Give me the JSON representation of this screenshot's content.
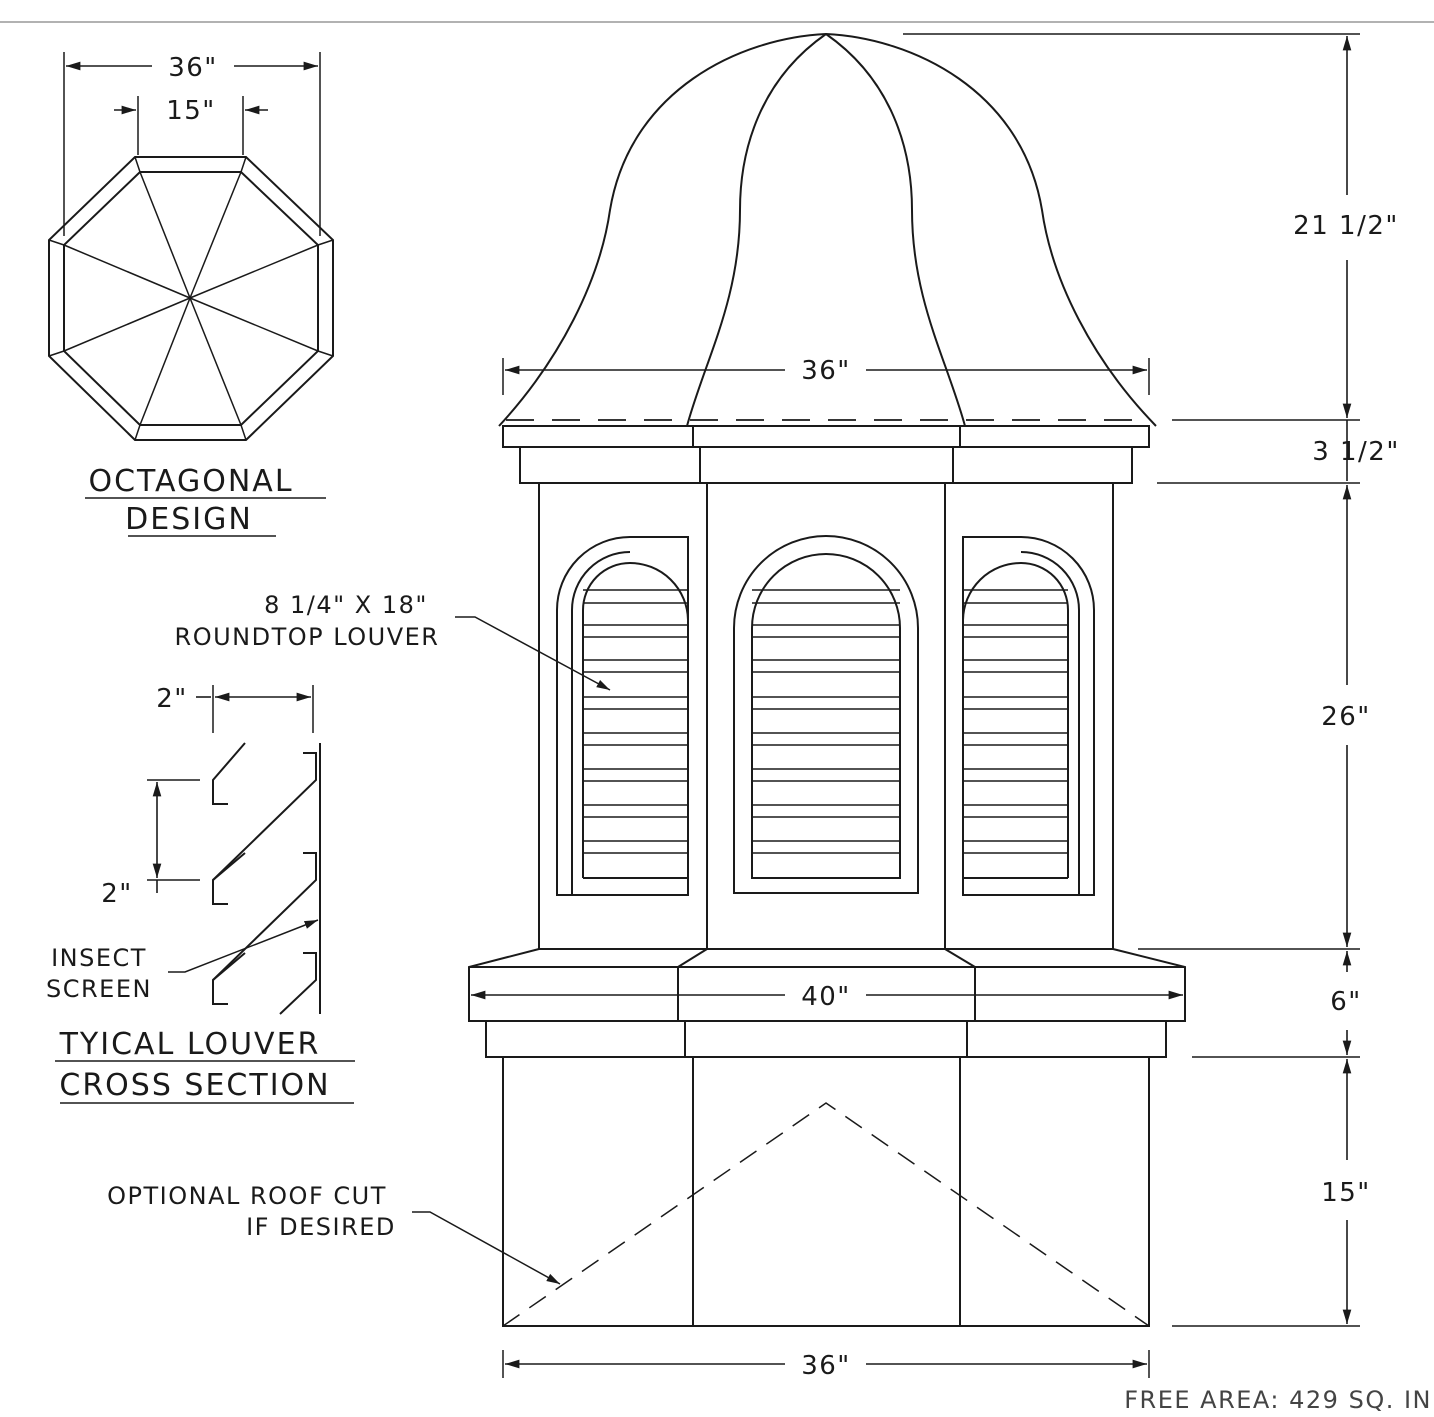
{
  "octagon": {
    "dim_outer": "36\"",
    "dim_inner": "15\"",
    "title_line1": "OCTAGONAL",
    "title_line2": "DESIGN"
  },
  "louver_note": {
    "line1": "8 1/4\" X 18\"",
    "line2": "ROUNDTOP LOUVER"
  },
  "cross_section": {
    "dim_top": "2\"",
    "dim_side": "2\"",
    "insect_line1": "INSECT",
    "insect_line2": "SCREEN",
    "title_line1": "TYICAL LOUVER",
    "title_line2": "CROSS SECTION"
  },
  "roof_cut": {
    "line1": "OPTIONAL ROOF CUT",
    "line2": "IF DESIRED"
  },
  "dimensions": {
    "roof_width": "36\"",
    "base_trim_width": "40\"",
    "base_width": "36\"",
    "roof_height": "21 1/2\"",
    "cap_height": "3 1/2\"",
    "louver_section_height": "26\"",
    "trim_height": "6\"",
    "base_height": "15\""
  },
  "footer": {
    "free_area": "FREE AREA:  429 SQ. IN"
  }
}
